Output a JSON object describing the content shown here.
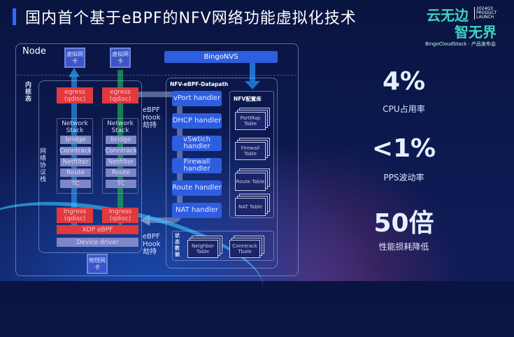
{
  "title": "国内首个基于eBPF的NFV网络功能虚拟化技术",
  "logo": {
    "line1": "云无边",
    "line2": "智无界",
    "year": "2024Q3",
    "product": "PRODUCT",
    "launch": "LAUNCH",
    "subtitle": "BingoCloudStack · 产品发布会"
  },
  "node": {
    "label": "Node",
    "kernel_label": "内核态",
    "stack_label": "网络协议栈",
    "vnic": "虚拟网卡",
    "pnic": "物理网卡",
    "egress": "egress (qdisc)",
    "ingress": "Ingress (qdisc)",
    "network_stack": "Network Stack",
    "layers": [
      "bridge",
      "Conntrack",
      "Netfilter",
      "Route",
      "TC"
    ],
    "xdp": "XDP eBPF",
    "driver": "Device driver",
    "hook": "eBPF Hook 劫持"
  },
  "nvs": {
    "label": "BingoNVS"
  },
  "datapath": {
    "label": "NFV-eBPF-Datapath",
    "handlers": [
      "vPort handler",
      "DHCP handler",
      "vSwtich handler",
      "Firewall handler",
      "Route handler",
      "NAT handler"
    ],
    "config_label": "NFV配置库",
    "config_tables": [
      "PortMap Table",
      "Firewall Table",
      "Route Table",
      "NAT Table"
    ],
    "state_label": "状态数据",
    "state_tables": [
      "Neighbor Table",
      "Conntrack Tbale"
    ]
  },
  "stats": [
    {
      "value": "4%",
      "label": "CPU占用率"
    },
    {
      "value": "<1%",
      "label": "PPS波动率"
    },
    {
      "value": "50倍",
      "label": "性能损耗降低"
    }
  ],
  "colors": {
    "red": "#e0393e",
    "handler": "#2e5ee0",
    "bg": "#0c1a52"
  }
}
